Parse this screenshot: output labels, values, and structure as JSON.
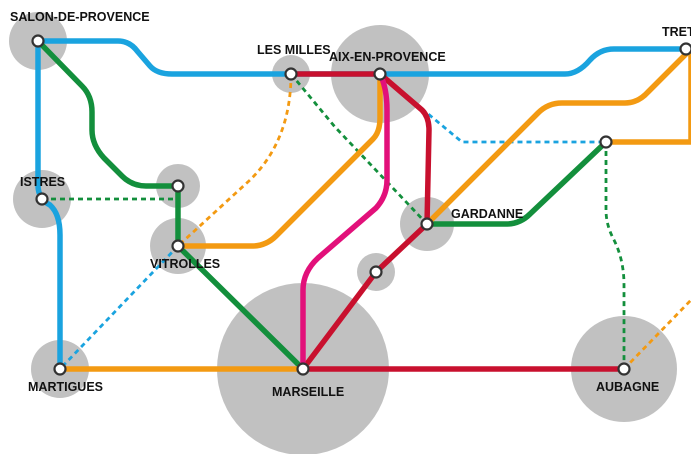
{
  "colors": {
    "blue": "#1aa3df",
    "green": "#138f3c",
    "orange": "#f39a12",
    "red": "#c8102e",
    "magenta": "#e2107a",
    "hub": "#a9a9a9"
  },
  "stations": {
    "salon": "SALON-DE-PROVENCE",
    "les_milles": "LES MILLES",
    "aix": "AIX-EN-PROVENCE",
    "tret": "TRET",
    "istres": "ISTRES",
    "gardanne": "GARDANNE",
    "vitrolles": "VITROLLES",
    "martigues": "MARTIGUES",
    "marseille": "MARSEILLE",
    "aubagne": "AUBAGNE"
  },
  "lines": [
    {
      "id": "blue-line",
      "color": "blue",
      "style": "solid"
    },
    {
      "id": "green-line",
      "color": "green",
      "style": "solid"
    },
    {
      "id": "orange-line",
      "color": "orange",
      "style": "solid"
    },
    {
      "id": "red-line",
      "color": "red",
      "style": "solid"
    },
    {
      "id": "magenta-line",
      "color": "magenta",
      "style": "solid"
    }
  ]
}
